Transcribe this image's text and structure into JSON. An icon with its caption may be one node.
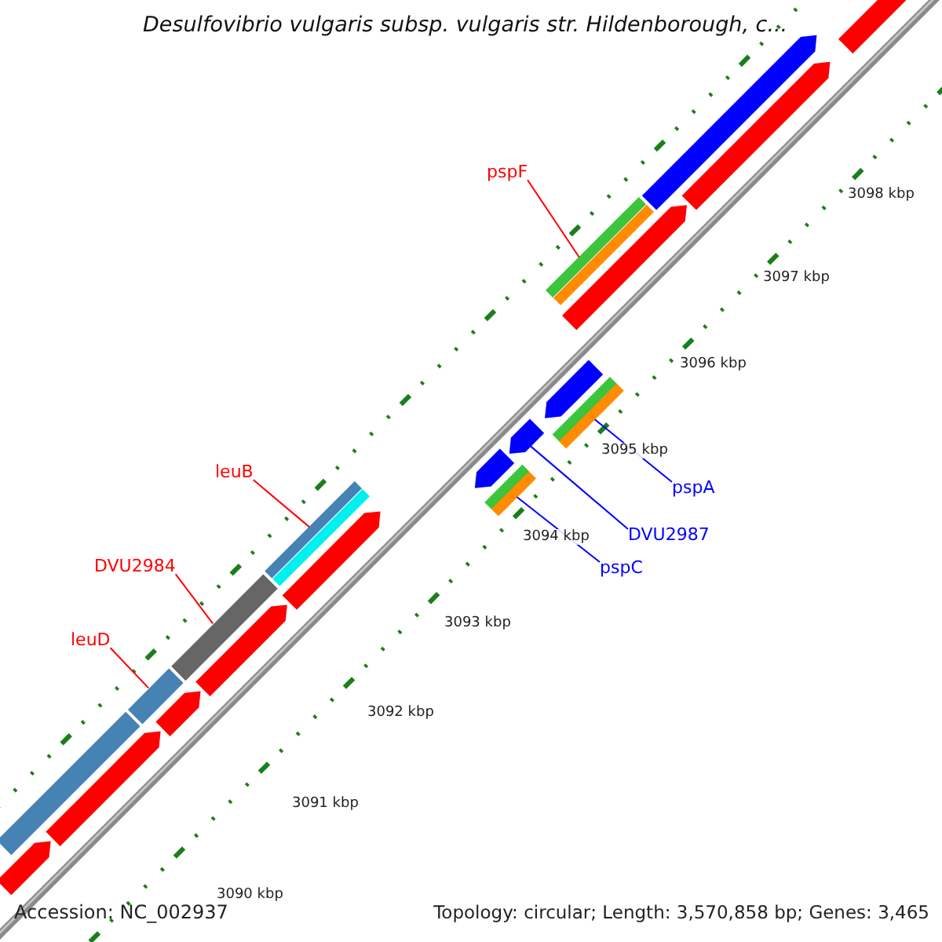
{
  "diagram": {
    "title": "Desulfovibrio vulgaris subsp. vulgaris str. Hildenborough, c...",
    "nodes": [
      {
        "text": [
          "pspF"
        ]
      },
      {
        "text": [],
        "shape": "bar"
      },
      {
        "text": [
          "leuB"
        ]
      },
      {
        "text": [],
        "shape": "bar"
      },
      {
        "text": [
          "DVU2984"
        ]
      },
      {
        "text": [],
        "shape": "bar"
      },
      {
        "text": [
          "leuD"
        ]
      },
      {
        "text": [],
        "shape": "bar"
      },
      {
        "text": [
          "pspA"
        ]
      },
      {
        "text": [],
        "shape": "bar"
      },
      {
        "text": [
          "DVU2987"
        ]
      },
      {
        "text": [],
        "shape": "bar"
      },
      {
        "text": [
          "pspC"
        ]
      },
      {
        "text": [],
        "shape": "bar"
      },
      {
        "text": [],
        "shape": "bar"
      },
      {
        "text": [],
        "shape": "bar"
      },
      {
        "text": [],
        "shape": "bar"
      },
      {
        "text": [],
        "shape": "bar"
      },
      {
        "text": [],
        "shape": "bar"
      },
      {
        "text": [],
        "shape": "bar"
      },
      {
        "text": [],
        "shape": "bar"
      },
      {
        "text": [],
        "shape": "bar"
      },
      {
        "text": [],
        "shape": "bar"
      },
      {
        "text": [],
        "shape": "bar"
      },
      {
        "text": [],
        "shape": "bar"
      },
      {
        "text": [],
        "shape": "bar"
      }
    ],
    "edges": [
      {
        "from": 0,
        "to": 1,
        "arrow": "none"
      },
      {
        "from": 2,
        "to": 3,
        "arrow": "none"
      },
      {
        "from": 4,
        "to": 5,
        "arrow": "none"
      },
      {
        "from": 6,
        "to": 7,
        "arrow": "none"
      },
      {
        "from": 8,
        "to": 9,
        "arrow": "none",
        "color": "#0000ff"
      },
      {
        "from": 10,
        "to": 11,
        "arrow": "none",
        "color": "#0000ff"
      },
      {
        "from": 12,
        "to": 13,
        "arrow": "none",
        "color": "#0000ff"
      }
    ],
    "labels": [
      "3098 kbp",
      "3097 kbp",
      "3096 kbp",
      "3095 kbp",
      "3094 kbp",
      "3093 kbp",
      "3092 kbp",
      "3091 kbp",
      "3090 kbp",
      "Accession: NC_002937",
      "Topology: circular; Length: 3,570,858 bp; Genes: 3,465"
    ]
  }
}
